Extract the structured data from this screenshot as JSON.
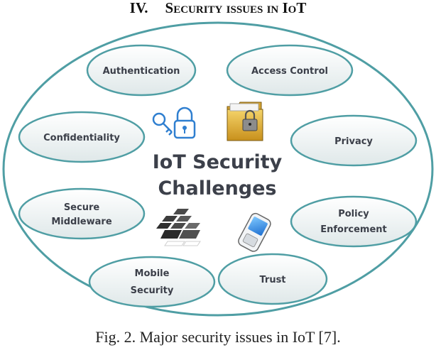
{
  "section": {
    "number": "IV.",
    "title": "Security issues in IoT"
  },
  "diagram": {
    "center_lines": [
      "IoT Security",
      "Challenges"
    ],
    "nodes": [
      {
        "id": "authentication",
        "lines": [
          "Authentication"
        ]
      },
      {
        "id": "access-control",
        "lines": [
          "Access Control"
        ]
      },
      {
        "id": "confidentiality",
        "lines": [
          "Confidentiality"
        ]
      },
      {
        "id": "privacy",
        "lines": [
          "Privacy"
        ]
      },
      {
        "id": "secure-middleware",
        "lines": [
          "Secure",
          "Middleware"
        ]
      },
      {
        "id": "policy-enforcement",
        "lines": [
          "Policy",
          "Enforcement"
        ]
      },
      {
        "id": "mobile-security",
        "lines": [
          "Mobile",
          "Security"
        ]
      },
      {
        "id": "trust",
        "lines": [
          "Trust"
        ]
      }
    ],
    "icons": [
      "key-lock-icon",
      "locked-folder-icon",
      "chip-stack-icon",
      "mobile-phone-icon"
    ],
    "colors": {
      "outline": "#4f9ea4",
      "node_fill_light": "#ffffff",
      "node_fill_dark": "#dfe8e9",
      "text": "#3b3f49"
    }
  },
  "caption": "Fig. 2. Major security issues in IoT [7]."
}
